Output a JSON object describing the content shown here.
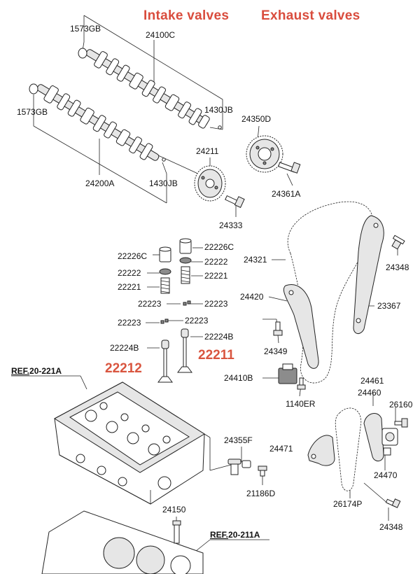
{
  "header": {
    "intake": "Intake valves",
    "exhaust": "Exhaust valves",
    "color": "#d94c3d"
  },
  "highlights": {
    "part_22212": "22212",
    "part_22211": "22211",
    "color": "#d9553f"
  },
  "refs": {
    "ref_cylinder_head": {
      "prefix": "REF.",
      "code": "20-221A"
    },
    "ref_block": {
      "prefix": "REF.",
      "code": "20-211A"
    }
  },
  "labels": {
    "p1573gb_top": "1573GB",
    "p24100c": "24100C",
    "p1573gb_left": "1573GB",
    "p1430jb_right": "1430JB",
    "p24350d": "24350D",
    "p24211": "24211",
    "p24200a": "24200A",
    "p1430jb_low": "1430JB",
    "p24361a": "24361A",
    "p24333": "24333",
    "p22226c_left": "22226C",
    "p22226c_right": "22226C",
    "p22222_left": "22222",
    "p22222_right": "22222",
    "p22221_left": "22221",
    "p22221_right": "22221",
    "p22223_a": "22223",
    "p22223_b": "22223",
    "p22223_c": "22223",
    "p22223_d": "22223",
    "p22224b_left": "22224B",
    "p22224b_right": "22224B",
    "p24321": "24321",
    "p24348_top": "24348",
    "p24420": "24420",
    "p23367": "23367",
    "p24349": "24349",
    "p24410b": "24410B",
    "p1140er": "1140ER",
    "p24461": "24461",
    "p24460": "24460",
    "p26160": "26160",
    "p24355f": "24355F",
    "p24471": "24471",
    "p24470": "24470",
    "p21186d": "21186D",
    "p26174p": "26174P",
    "p24348_bottom": "24348",
    "p24150": "24150"
  }
}
